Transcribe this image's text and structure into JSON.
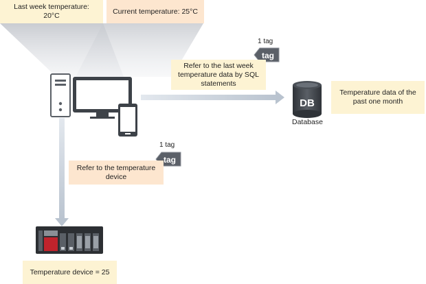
{
  "labels": {
    "last_week_temp": "Last week temperature:\n20°C",
    "current_temp": "Current temperature: 25°C",
    "sql_refer": "Refer to the last week temperature data by SQL statements",
    "device_refer": "Refer to the temperature device",
    "month_data": "Temperature data of the past one month",
    "database": "Database",
    "device_value": "Temperature device = 25",
    "tag_count_top": "1 tag",
    "tag_count_bottom": "1 tag",
    "tag_text_top": "tag",
    "tag_text_bottom": "tag",
    "db_text": "DB"
  },
  "colors": {
    "yellow_box": "#fdf3d3",
    "peach_box": "#fde6cf",
    "arrow": "#c9d1db",
    "device_red": "#c0232c",
    "tag_gray": "#5b6068"
  }
}
